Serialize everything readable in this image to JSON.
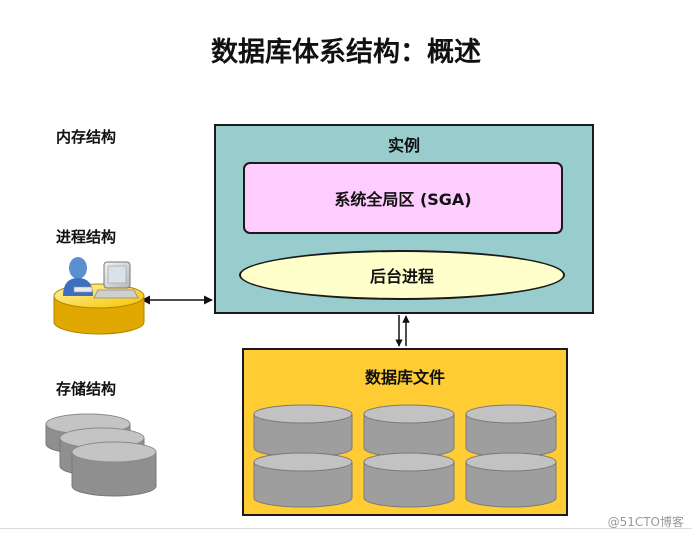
{
  "title": "数据库体系结构：概述",
  "left_labels": {
    "memory": "内存结构",
    "process": "进程结构",
    "storage": "存储结构"
  },
  "instance": {
    "label": "实例",
    "sga_label": "系统全局区 (SGA)",
    "background_label": "后台进程"
  },
  "database_files": {
    "label": "数据库文件"
  },
  "watermark": "@51CTO博客",
  "colors": {
    "instance_fill": "#99cccc",
    "sga_fill": "#ffccff",
    "background_fill": "#ffffcc",
    "files_fill": "#ffcc33",
    "disk_fill": "#a6a6a6",
    "user_table_fill": "#ffd633"
  },
  "icons": {
    "user_process": "user-at-computer-icon",
    "storage": "disk-stack-icon"
  }
}
